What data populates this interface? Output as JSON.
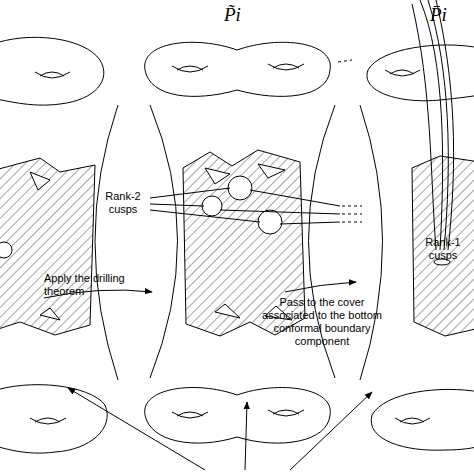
{
  "diagram": {
    "labels": [
      "P̃i",
      "P̄i",
      "Rank-2 cusps",
      "Rank-1 cusps",
      "Apply the drilling theorem",
      "Pass to the cover associated to the bottom conformal boundary component"
    ]
  }
}
